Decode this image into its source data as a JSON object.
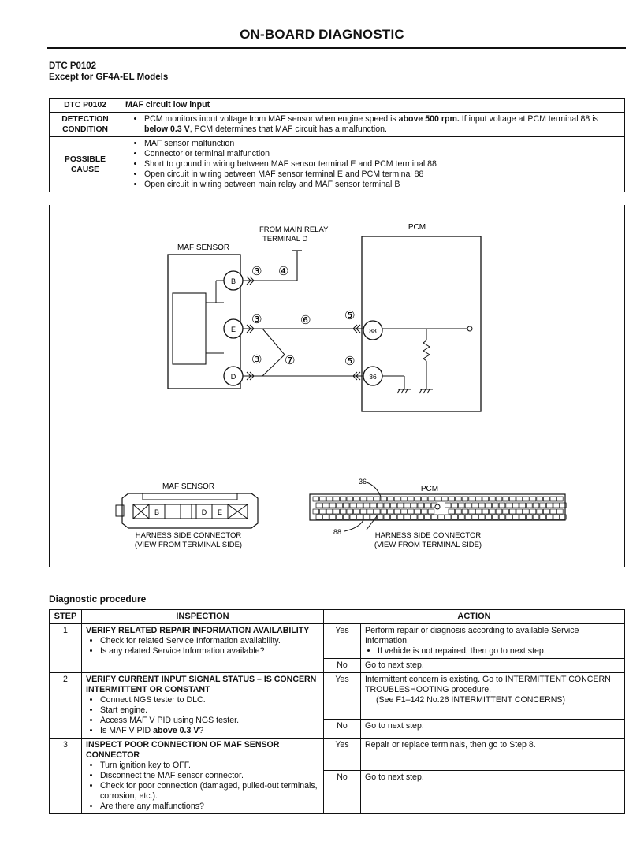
{
  "page": {
    "title": "ON-BOARD DIAGNOSTIC",
    "dtc_code": "DTC P0102",
    "dtc_scope": "Except for GF4A-EL Models"
  },
  "dtc_table": {
    "code_label": "DTC P0102",
    "code_desc": "MAF circuit low input",
    "detection_label_1": "DETECTION",
    "detection_label_2": "CONDITION",
    "detection_text": {
      "pre": "PCM monitors input voltage from MAF sensor when engine speed is ",
      "bold1": "above 500 rpm.",
      "mid": " If input voltage at PCM terminal 88 is ",
      "bold2": "below 0.3 V",
      "post": ", PCM determines that MAF circuit has a malfunction."
    },
    "cause_label_1": "POSSIBLE",
    "cause_label_2": "CAUSE",
    "causes": [
      "MAF sensor malfunction",
      "Connector or terminal malfunction",
      "Short to ground in wiring between MAF sensor terminal E and PCM terminal 88",
      "Open circuit in wiring between MAF sensor terminal E and PCM terminal 88",
      "Open circuit in wiring between main relay and MAF sensor terminal B"
    ]
  },
  "diagram": {
    "maf_sensor_label": "MAF SENSOR",
    "from_relay_1": "FROM MAIN RELAY",
    "from_relay_2": "TERMINAL D",
    "pcm_label": "PCM",
    "terminal_b": "B",
    "terminal_e": "E",
    "terminal_d": "D",
    "pcm_terminal_88": "88",
    "pcm_terminal_36": "36",
    "marker_3": "③",
    "marker_4": "④",
    "marker_5": "⑤",
    "marker_6": "⑥",
    "marker_7": "⑦",
    "conn_maf_title": "MAF SENSOR",
    "conn_pcm_title": "PCM",
    "conn_pcm_pin_36": "36",
    "conn_pcm_pin_88": "88",
    "conn_maf_caption_1": "HARNESS SIDE CONNECTOR",
    "conn_maf_caption_2": "(VIEW FROM TERMINAL SIDE)",
    "conn_pcm_caption_1": "HARNESS SIDE CONNECTOR",
    "conn_pcm_caption_2": "(VIEW FROM TERMINAL SIDE)"
  },
  "procedure": {
    "title": "Diagnostic procedure",
    "headers": {
      "step": "STEP",
      "inspection": "INSPECTION",
      "action": "ACTION"
    },
    "steps": [
      {
        "num": "1",
        "title": "VERIFY RELATED REPAIR INFORMATION AVAILABILITY",
        "bullets": [
          "Check for related Service Information availability.",
          "Is any related Service Information available?"
        ],
        "yes_label": "Yes",
        "yes_action": "Perform repair or diagnosis according to available Service Information.",
        "yes_bullet": "If vehicle is not repaired, then go to next step.",
        "no_label": "No",
        "no_action": "Go to next step."
      },
      {
        "num": "2",
        "title": "VERIFY CURRENT INPUT SIGNAL STATUS – IS CONCERN INTERMITTENT OR CONSTANT",
        "bullets": [
          "Connect NGS tester to DLC.",
          "Start engine.",
          "Access MAF V PID using NGS tester."
        ],
        "last_bullet_pre": "Is MAF V PID ",
        "last_bullet_bold": "above 0.3 V",
        "last_bullet_post": "?",
        "yes_label": "Yes",
        "yes_action": "Intermittent concern is existing. Go to INTERMITTENT CONCERN TROUBLESHOOTING procedure.",
        "yes_ref": "(See F1–142 No.26 INTERMITTENT CONCERNS)",
        "no_label": "No",
        "no_action": "Go to next step."
      },
      {
        "num": "3",
        "title": "INSPECT POOR CONNECTION OF MAF SENSOR CONNECTOR",
        "bullets": [
          "Turn ignition key to OFF.",
          "Disconnect the MAF sensor connector.",
          "Check for poor connection (damaged, pulled-out terminals, corrosion, etc.).",
          "Are there any malfunctions?"
        ],
        "yes_label": "Yes",
        "yes_action": "Repair or replace terminals, then go to Step 8.",
        "no_label": "No",
        "no_action": "Go to next step."
      }
    ]
  }
}
